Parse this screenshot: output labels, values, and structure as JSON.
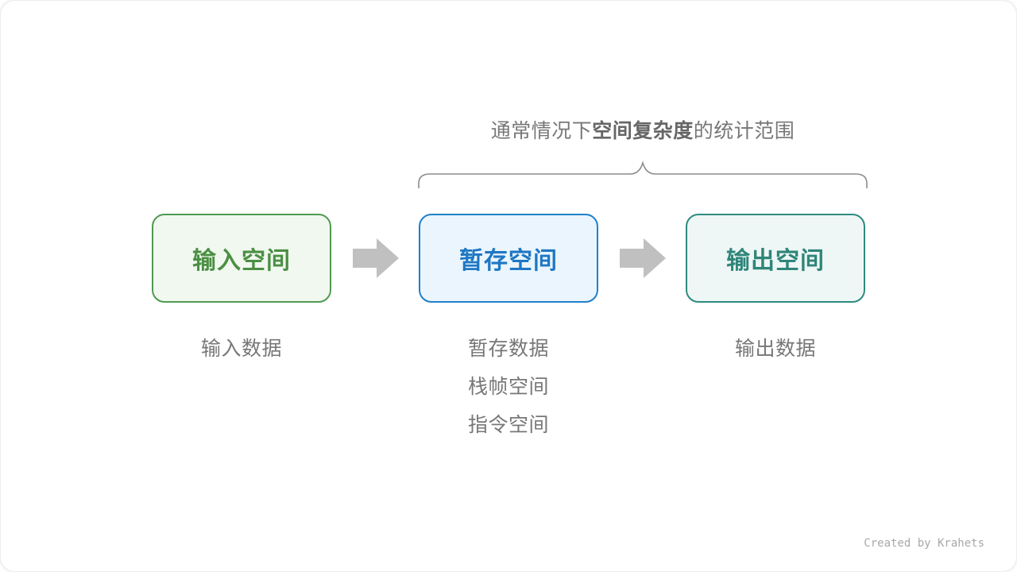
{
  "scope": {
    "prefix": "通常情况下",
    "emphasis": "空间复杂度",
    "suffix": "的统计范围"
  },
  "stages": [
    {
      "label": "输入空间",
      "accent": "#4b8f44",
      "border": "#4f9a52",
      "fill": "#f1f8ef"
    },
    {
      "label": "暂存空间",
      "accent": "#1f78c4",
      "border": "#1f80c9",
      "fill": "#eaf5fd"
    },
    {
      "label": "输出空间",
      "accent": "#2f857a",
      "border": "#2f8a80",
      "fill": "#eef7f5"
    }
  ],
  "captions": {
    "input": [
      "输入数据"
    ],
    "temp": [
      "暂存数据",
      "栈帧空间",
      "指令空间"
    ],
    "output": [
      "输出数据"
    ]
  },
  "arrow_color": "#c0c0c0",
  "credit": "Created by Krahets"
}
